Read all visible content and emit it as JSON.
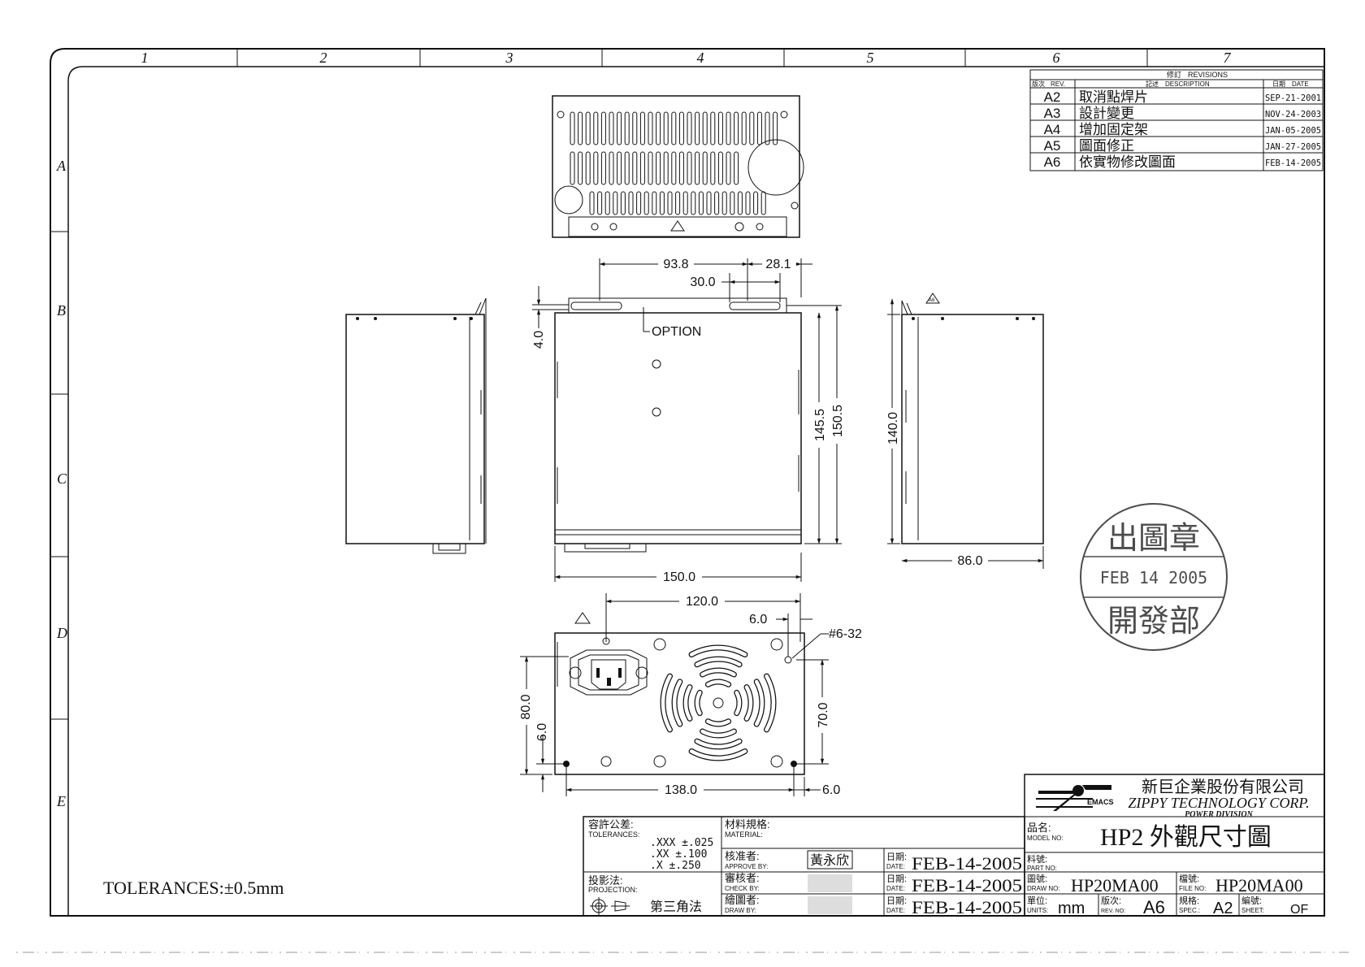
{
  "grid": {
    "columns": [
      "1",
      "2",
      "3",
      "4",
      "5",
      "6",
      "7"
    ],
    "rows": [
      "A",
      "B",
      "C",
      "D",
      "E"
    ]
  },
  "revisions": {
    "title_zh": "修訂",
    "title_en": "REVISIONS",
    "col_rev_zh": "版次",
    "col_rev_en": "REV.",
    "col_desc_zh": "記述",
    "col_desc_en": "DESCRIPTION",
    "col_date_zh": "日期",
    "col_date_en": "DATE",
    "rows": [
      {
        "rev": "A2",
        "desc": "取消點焊片",
        "date": "SEP-21-2001"
      },
      {
        "rev": "A3",
        "desc": "設計變更",
        "date": "NOV-24-2003"
      },
      {
        "rev": "A4",
        "desc": "增加固定架",
        "date": "JAN-05-2005"
      },
      {
        "rev": "A5",
        "desc": "圖面修正",
        "date": "JAN-27-2005"
      },
      {
        "rev": "A6",
        "desc": "依實物修改圖面",
        "date": "FEB-14-2005"
      }
    ]
  },
  "dimensions": {
    "d93_8": "93.8",
    "d28_1": "28.1",
    "d30_0": "30.0",
    "d4_0": "4.0",
    "option": "OPTION",
    "d145_5": "145.5",
    "d150_5": "150.5",
    "d150_0": "150.0",
    "d140_0": "140.0",
    "d86_0": "86.0",
    "d120_0": "120.0",
    "d6_0_top": "6.0",
    "screw": "#6-32",
    "d80_0": "80.0",
    "d6_0_left": "6.0",
    "d70_0": "70.0",
    "d138_0": "138.0",
    "d6_0_bottom": "6.0",
    "rev_mark": "A6"
  },
  "stamp": {
    "top": "出圖章",
    "date": "FEB 14 2005",
    "bottom": "開發部"
  },
  "tolerances_note": "TOLERANCES:±0.5mm",
  "title_block": {
    "tol_label_zh": "容許公差:",
    "tol_label_en": "TOLERANCES:",
    "tol_xxx": ".XXX  ±.025",
    "tol_xx": ".XX    ±.100",
    "tol_x": ".X      ±.250",
    "proj_label_zh": "投影法:",
    "proj_label_en": "PROJECTION:",
    "proj_value": "第三角法",
    "material_zh": "材料規格:",
    "material_en": "MATERIAL:",
    "approve_zh": "核准者:",
    "approve_en": "APPROVE BY:",
    "approve_sign": "黃永欣",
    "check_zh": "審核者:",
    "check_en": "CHECK BY:",
    "draw_zh": "繪圖者:",
    "draw_en": "DRAW BY:",
    "date_zh": "日期:",
    "date_en": "DATE:",
    "date_approve": "FEB-14-2005",
    "date_check": "FEB-14-2005",
    "date_draw": "FEB-14-2005",
    "company_zh": "新巨企業股份有限公司",
    "company_en": "ZIPPY TECHNOLOGY CORP.",
    "division": "POWER DIVISION",
    "logo_text": "EMACS",
    "model_zh": "品名:",
    "model_en": "MODEL NO:",
    "model_value": "HP2 外觀尺寸圖",
    "part_zh": "料號:",
    "part_en": "PART NO:",
    "part_value": "",
    "drawno_zh": "圖號:",
    "drawno_en": "DRAW NO:",
    "drawno_value": "HP20MA00",
    "file_zh": "檔號:",
    "file_en": "FILE NO:",
    "file_value": "HP20MA00",
    "units_zh": "單位:",
    "units_en": "UNITS:",
    "units_value": "mm",
    "rev_zh": "版次:",
    "rev_en": "REV. NO:",
    "rev_value": "A6",
    "spec_zh": "規格:",
    "spec_en": "SPEC.:",
    "spec_value": "A2",
    "sheet_zh": "編號:",
    "sheet_en": "SHEET:",
    "sheet_value": "OF"
  }
}
